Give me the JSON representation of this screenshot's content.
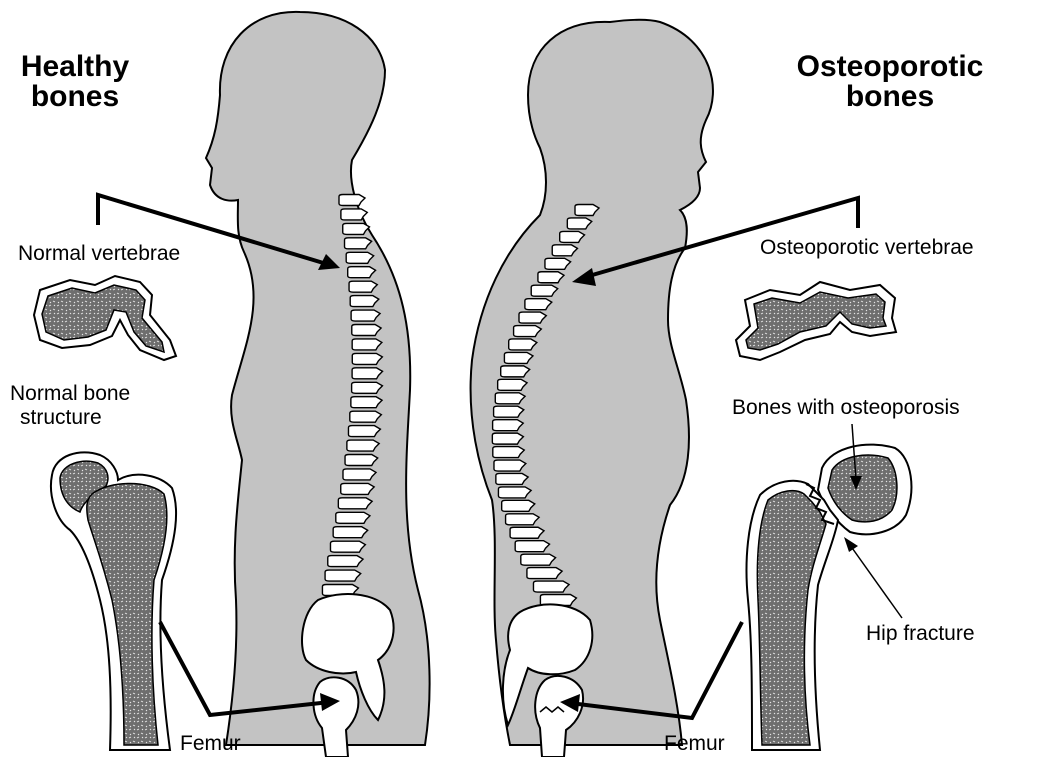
{
  "left": {
    "heading_line1": "Healthy",
    "heading_line2": "bones",
    "vertebrae_label": "Normal vertebrae",
    "structure_line1": "Normal bone",
    "structure_line2": "structure",
    "femur_label": "Femur"
  },
  "right": {
    "heading_line1": "Osteoporotic",
    "heading_line2": "bones",
    "vertebrae_label": "Osteoporotic vertebrae",
    "bones_label": "Bones with osteoporosis",
    "fracture_label": "Hip fracture",
    "femur_label": "Femur"
  },
  "colors": {
    "body_fill": "#c3c3c3",
    "bone_fill": "#ffffff",
    "spongy_fill": "#6e6e6e",
    "outline": "#000000"
  }
}
